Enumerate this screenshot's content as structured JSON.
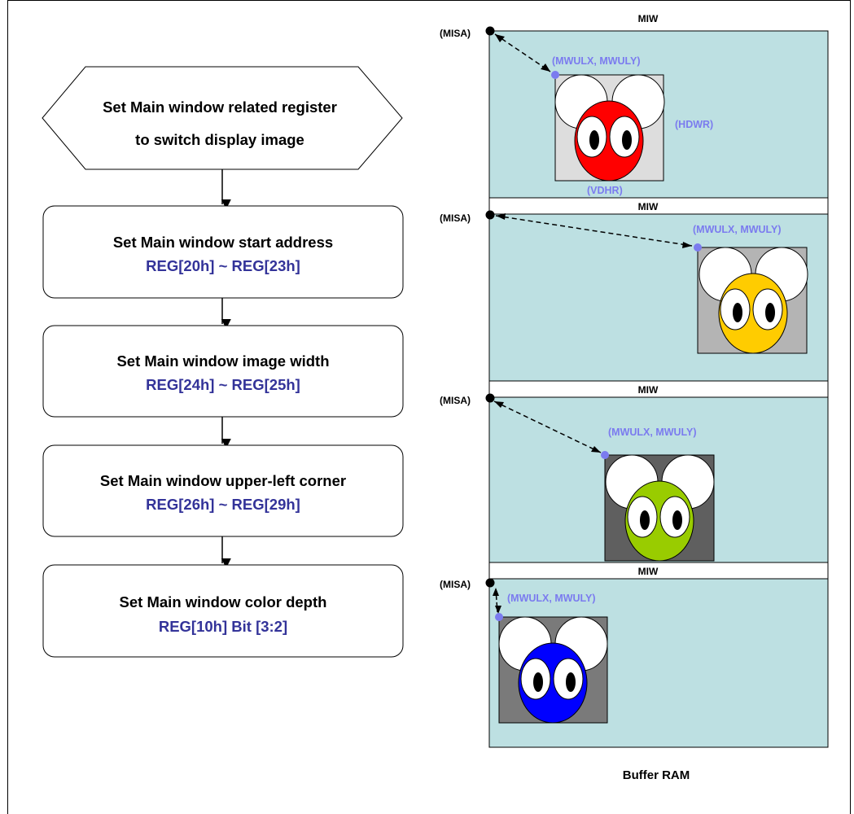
{
  "flowchart": {
    "start": {
      "line1": "Set Main window related register",
      "line2": "to switch display image"
    },
    "steps": [
      {
        "label": "Set Main window start address",
        "register": "REG[20h] ~ REG[23h]"
      },
      {
        "label": "Set Main window image width",
        "register": "REG[24h] ~ REG[25h]"
      },
      {
        "label": "Set Main window upper-left corner",
        "register": "REG[26h] ~ REG[29h]"
      },
      {
        "label": "Set Main window color depth",
        "register": "REG[10h] Bit [3:2]"
      }
    ]
  },
  "buffer": {
    "caption": "Buffer RAM",
    "panels": [
      {
        "miw": "MIW",
        "misa": "(MISA)",
        "corner": "(MWULX, MWULY)",
        "hdwr": "(HDWR)",
        "vdhr": "(VDHR)",
        "face_color": "#ff0000",
        "bg_color": "#dddddd"
      },
      {
        "miw": "MIW",
        "misa": "(MISA)",
        "corner": "(MWULX, MWULY)",
        "face_color": "#ffcc00",
        "bg_color": "#b4b4b4"
      },
      {
        "miw": "MIW",
        "misa": "(MISA)",
        "corner": "(MWULX, MWULY)",
        "face_color": "#99cc00",
        "bg_color": "#5f5f5f"
      },
      {
        "miw": "MIW",
        "misa": "(MISA)",
        "corner": "(MWULX, MWULY)",
        "face_color": "#0000ff",
        "bg_color": "#7a7a7a"
      }
    ]
  },
  "colors": {
    "ram": "#bde0e2",
    "register": "#333399",
    "coordinate": "#7b7bef"
  }
}
